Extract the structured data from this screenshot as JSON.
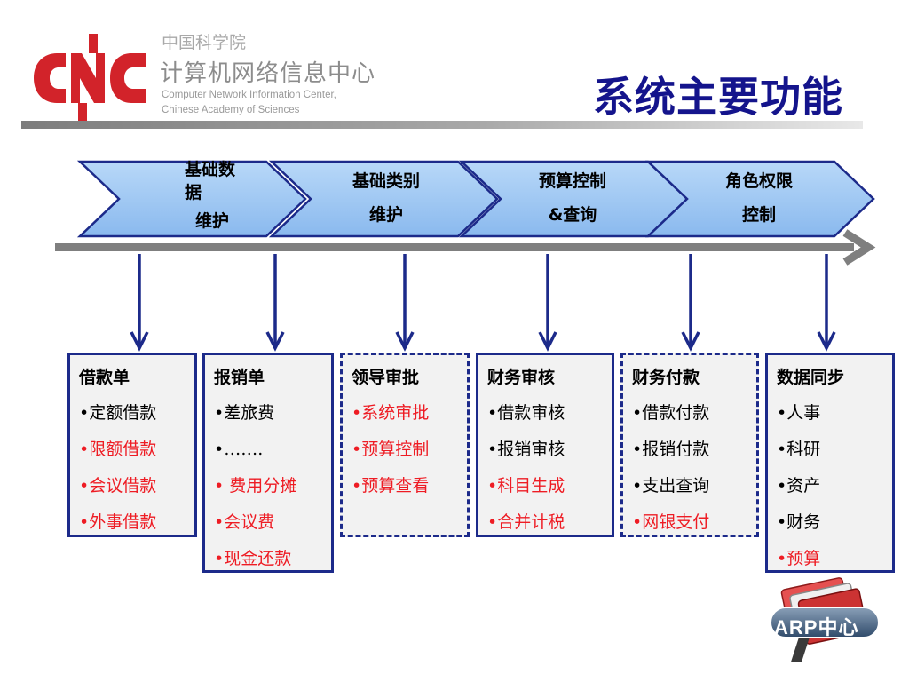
{
  "header": {
    "org_cn_small": "中国科学院",
    "org_cn_big": "计算机网络信息中心",
    "org_en_line1": "Computer Network Information Center,",
    "org_en_line2": "Chinese Academy of Sciences",
    "page_title": "系统主要功能"
  },
  "colors": {
    "logo_red": "#d2232a",
    "title_blue": "#14148c",
    "chevron_fill": "#9dc6f2",
    "chevron_border": "#1c2a8a",
    "arrow_gray": "#7f7f7f",
    "box_border": "#1c2a8a",
    "box_fill": "#f2f2f2",
    "highlight_red": "#ee1c24"
  },
  "process": [
    {
      "line1": "基础数",
      "line2": "据",
      "line3": "维护"
    },
    {
      "line1": "基础类别",
      "line2": "维护"
    },
    {
      "line1": "预算控制",
      "line2": "&查询"
    },
    {
      "line1": "角色权限",
      "line2": "控制"
    }
  ],
  "modules": [
    {
      "title": "借款单",
      "style": "solid",
      "items": [
        {
          "text": "•定额借款",
          "highlight": false
        },
        {
          "text": "•限额借款",
          "highlight": true
        },
        {
          "text": "•会议借款",
          "highlight": true
        },
        {
          "text": "•外事借款",
          "highlight": true
        }
      ]
    },
    {
      "title": "报销单",
      "style": "solid",
      "items": [
        {
          "text": "•差旅费",
          "highlight": false
        },
        {
          "text": "•…….",
          "highlight": false
        },
        {
          "text": "• 费用分摊",
          "highlight": true
        },
        {
          "text": "•会议费",
          "highlight": true
        },
        {
          "text": "•现金还款",
          "highlight": true
        }
      ]
    },
    {
      "title": "领导审批",
      "style": "dashed",
      "items": [
        {
          "text": "•系统审批",
          "highlight": true
        },
        {
          "text": "•预算控制",
          "highlight": true
        },
        {
          "text": "•预算查看",
          "highlight": true
        }
      ]
    },
    {
      "title": "财务审核",
      "style": "solid",
      "items": [
        {
          "text": "•借款审核",
          "highlight": false
        },
        {
          "text": "•报销审核",
          "highlight": false
        },
        {
          "text": "•科目生成",
          "highlight": true
        },
        {
          "text": "•合并计税",
          "highlight": true
        }
      ]
    },
    {
      "title": "财务付款",
      "style": "dashed",
      "items": [
        {
          "text": "•借款付款",
          "highlight": false
        },
        {
          "text": "•报销付款",
          "highlight": false
        },
        {
          "text": "•支出查询",
          "highlight": false
        },
        {
          "text": "•网银支付",
          "highlight": true
        }
      ]
    },
    {
      "title": "数据同步",
      "style": "solid",
      "items": [
        {
          "text": "•人事",
          "highlight": false
        },
        {
          "text": "•科研",
          "highlight": false
        },
        {
          "text": "•资产",
          "highlight": false
        },
        {
          "text": "•财务",
          "highlight": false
        },
        {
          "text": "•预算",
          "highlight": true
        }
      ]
    }
  ],
  "badge": {
    "text": "ARP中心",
    "icon": "folders-icon"
  }
}
